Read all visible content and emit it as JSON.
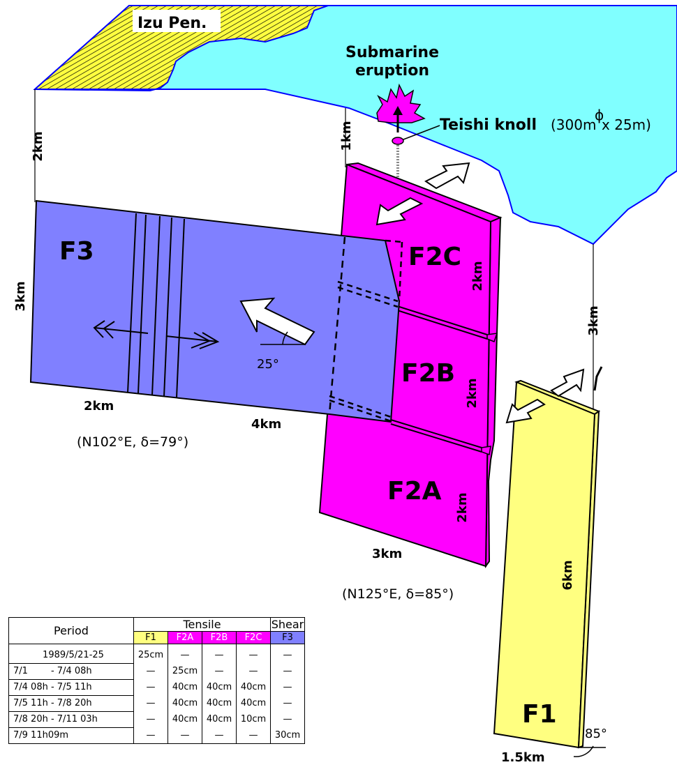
{
  "labels": {
    "peninsula": "Izu Pen.",
    "eruption_line1": "Submarine",
    "eruption_line2": "eruption",
    "knoll_name": "Teishi knoll",
    "knoll_size_a": "(300m",
    "knoll_size_phi": "ϕ",
    "knoll_size_b": " x 25m)",
    "f3": "F3",
    "f2c": "F2C",
    "f2b": "F2B",
    "f2a": "F2A",
    "f1": "F1",
    "dim_2km_left": "2km",
    "dim_1km": "1km",
    "dim_3km_left": "3km",
    "dim_3km_right": "3km",
    "dim_f3_bottom_2km": "2km",
    "dim_f3_bottom_4km": "4km",
    "dim_f2c": "2km",
    "dim_f2b": "2km",
    "dim_f2a": "2km",
    "dim_f2_bottom": "3km",
    "dim_f1_length": "6km",
    "dim_f1_width": "1.5km",
    "angle_f3": "25°",
    "angle_f1": "85°",
    "orient_f3": "(N102°E,  δ=79°)",
    "orient_f2": "(N125°E,  δ=85°)"
  },
  "colors": {
    "sea": "#80ffff",
    "land": "#ffff40",
    "f3": "#8080ff",
    "f2": "#ff00ff",
    "f1": "#ffff80"
  },
  "table": {
    "period_header": "Period",
    "tensile_header": "Tensile",
    "shear_header": "Shear",
    "columns": [
      "F1",
      "F2A",
      "F2B",
      "F2C",
      "F3"
    ],
    "rows": [
      {
        "period": "1989/5/21-25",
        "values": [
          "25cm",
          "—",
          "—",
          "—",
          "—"
        ]
      },
      {
        "period": "7/1        - 7/4 08h",
        "values": [
          "—",
          "25cm",
          "—",
          "—",
          "—"
        ]
      },
      {
        "period": "7/4 08h - 7/5 11h",
        "values": [
          "—",
          "40cm",
          "40cm",
          "40cm",
          "—"
        ]
      },
      {
        "period": "7/5 11h - 7/8 20h",
        "values": [
          "—",
          "40cm",
          "40cm",
          "40cm",
          "—"
        ]
      },
      {
        "period": "7/8 20h - 7/11 03h",
        "values": [
          "—",
          "40cm",
          "40cm",
          "10cm",
          "—"
        ]
      },
      {
        "period": "7/9 11h09m",
        "values": [
          "—",
          "—",
          "—",
          "—",
          "30cm"
        ]
      }
    ]
  }
}
